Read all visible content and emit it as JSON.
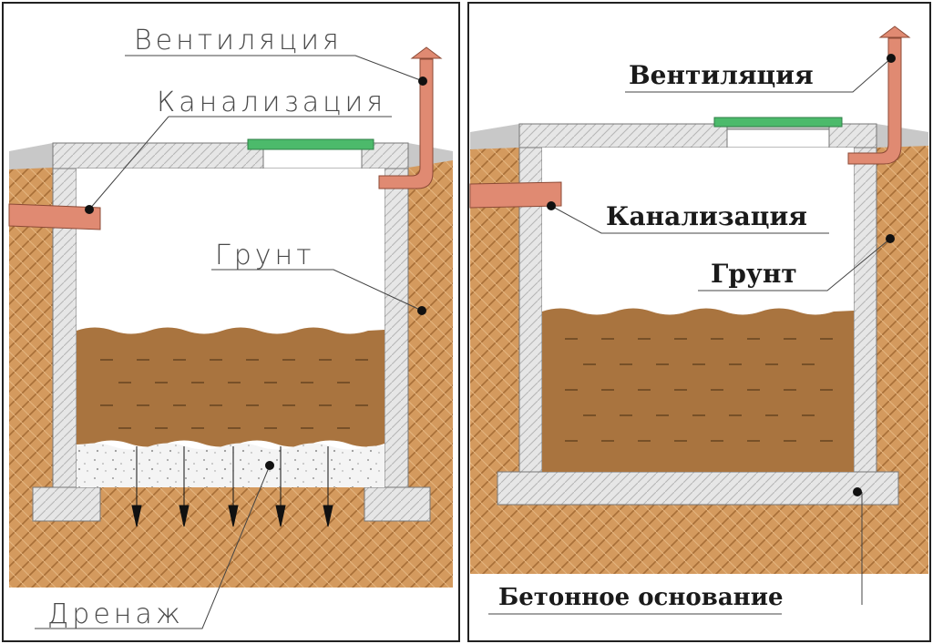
{
  "left_panel": {
    "labels": {
      "ventilation": "Вентиляция",
      "sewage": "Канализация",
      "soil": "Грунт",
      "drainage": "Дренаж"
    }
  },
  "right_panel": {
    "labels": {
      "ventilation": "Вентиляция",
      "sewage": "Канализация",
      "soil": "Грунт",
      "concrete_base": "Бетонное основание"
    }
  },
  "colors": {
    "soil": "#d49a5e",
    "soil_hatch": "#a86f38",
    "concrete": "#e6e6e6",
    "pipe": "#e08a72",
    "hatch_lid": "#4cba6b",
    "sludge": "#a9743f",
    "drainage_bed": "#f4f4f4"
  }
}
